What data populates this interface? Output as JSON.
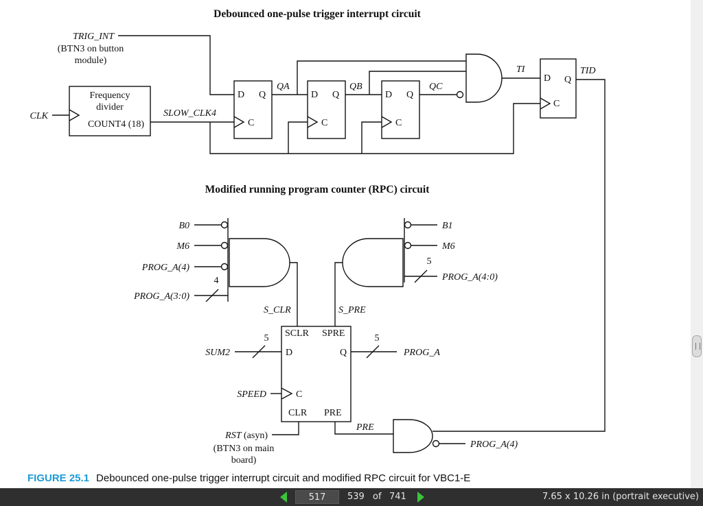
{
  "figure": {
    "top_title": "Debounced one-pulse trigger interrupt circuit",
    "bottom_title": "Modified running program counter (RPC) circuit",
    "trig_int": "TRIG_INT",
    "btn3_button_1": "(BTN3 on button",
    "btn3_button_2": "module)",
    "clk": "CLK",
    "freq_div_1": "Frequency",
    "freq_div_2": "divider",
    "freq_div_3": "COUNT4 (18)",
    "slow_clk4": "SLOW_CLK4",
    "d": "D",
    "q": "Q",
    "c": "C",
    "qa": "QA",
    "qb": "QB",
    "qc": "QC",
    "ti": "TI",
    "tid": "TID",
    "b0": "B0",
    "m6": "M6",
    "prog_a4": "PROG_A(4)",
    "four": "4",
    "prog_a30": "PROG_A(3:0)",
    "b1": "B1",
    "five": "5",
    "prog_a40": "PROG_A(4:0)",
    "s_clr": "S_CLR",
    "s_pre": "S_PRE",
    "sclr": "SCLR",
    "spre": "SPRE",
    "sum2": "SUM2",
    "prog_a": "PROG_A",
    "speed": "SPEED",
    "clr": "CLR",
    "pre_pin": "PRE",
    "pre_wire": "PRE",
    "rst_1": "RST (asyn)",
    "btn3_main_1": "(BTN3 on main",
    "btn3_main_2": "board)"
  },
  "caption": {
    "number": "FIGURE 25.1",
    "text": "Debounced one-pulse trigger interrupt circuit and modified RPC circuit for VBC1-E"
  },
  "statusbar": {
    "page_input": "517",
    "page_label": "539",
    "of": "of",
    "total": "741",
    "size": "7.65 x 10.26 in (portrait executive)"
  }
}
